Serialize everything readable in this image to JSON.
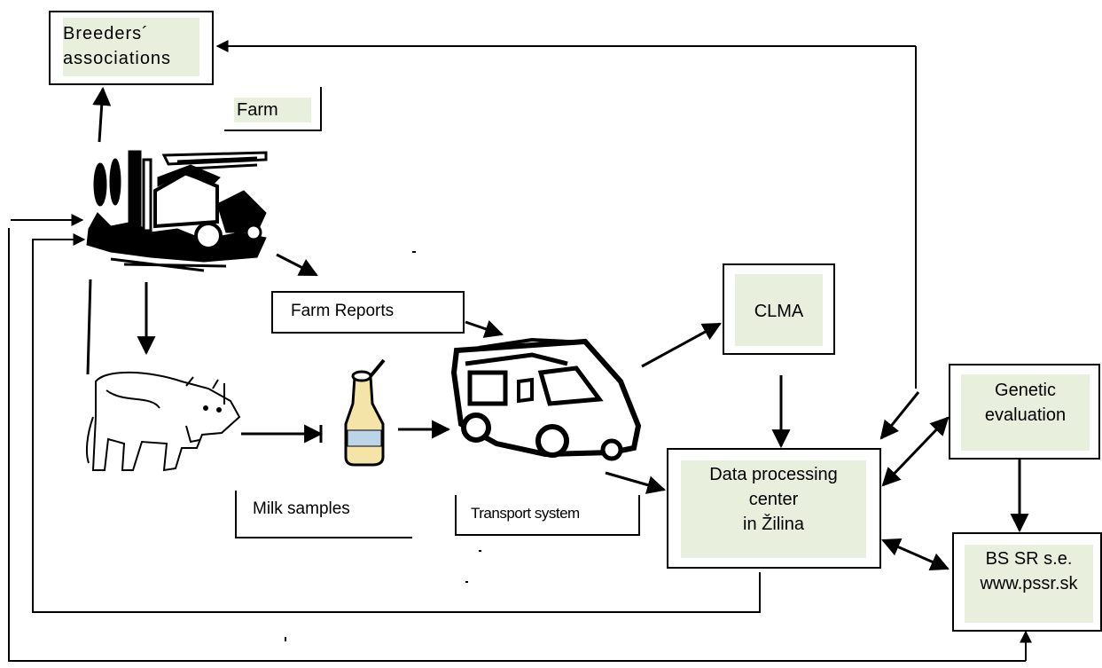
{
  "nodes": {
    "breeders": "Breeders´\nassociations",
    "farm": "Farm",
    "farm_reports": "Farm Reports",
    "clma": "CLMA",
    "genetic": "Genetic\nevaluation",
    "data_center": "Data processing\ncenter\nin Žilina",
    "bs_sr": "BS SR s.e.\nwww.pssr.sk",
    "milk_samples": "Milk samples",
    "transport": "Transport system"
  },
  "illustrations": [
    "farm-clipart",
    "cow-clipart",
    "milk-bottle-clipart",
    "van-clipart"
  ],
  "colors": {
    "box_fill": "#e8efdc",
    "line": "#000000"
  }
}
